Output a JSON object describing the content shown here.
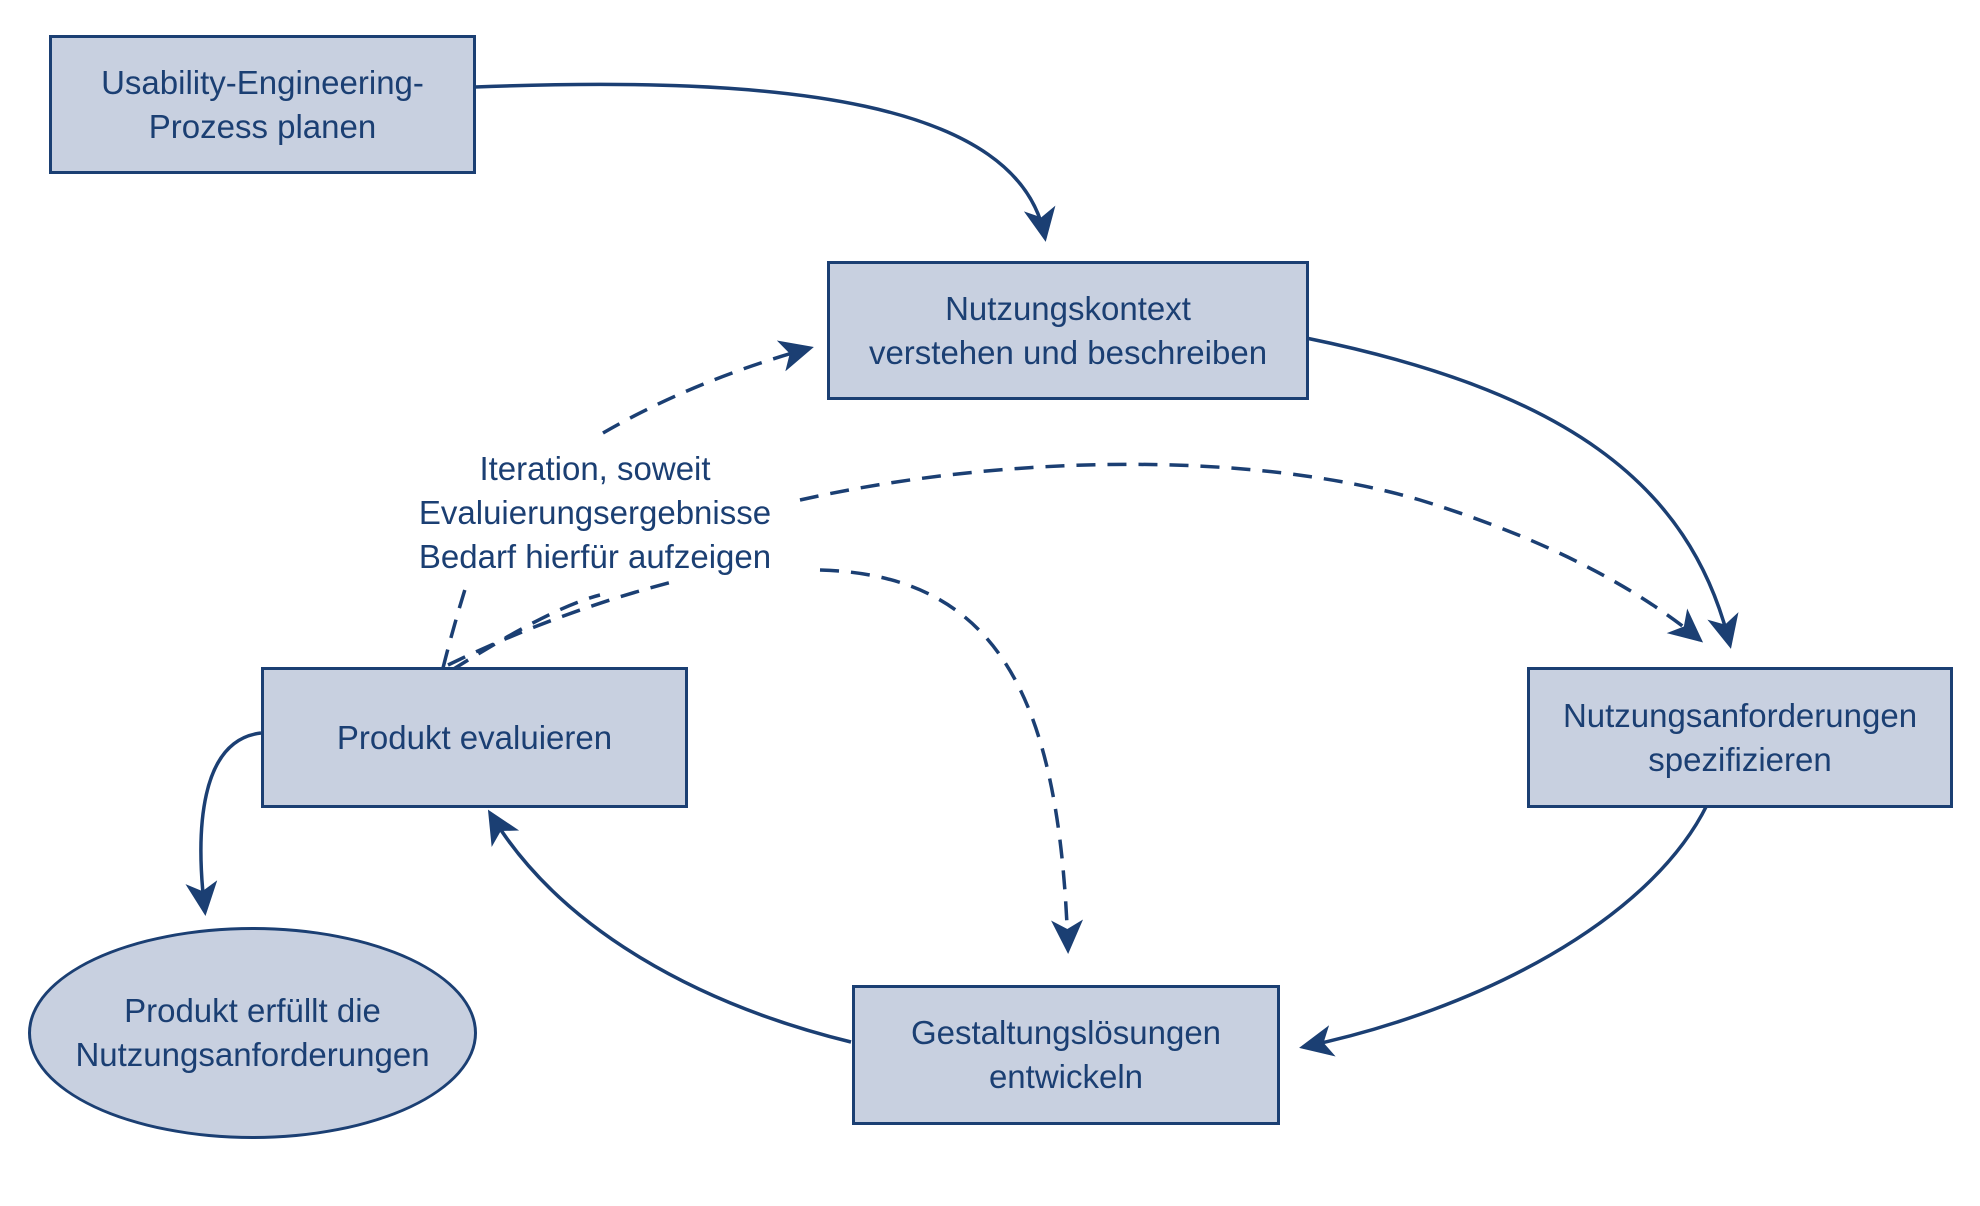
{
  "colors": {
    "stroke": "#1b3f73",
    "box_fill": "#c8d0e0",
    "background": "#ffffff"
  },
  "nodes": {
    "plan": "Usability-Engineering-\nProzess planen",
    "context": "Nutzungskontext\nverstehen und beschreiben",
    "requirements": "Nutzungsanforderungen\nspezifizieren",
    "design": "Gestaltungslösungen\nentwickeln",
    "evaluate": "Produkt evaluieren",
    "fulfilled": "Produkt erfüllt die\nNutzungsanforderungen"
  },
  "iteration_note": "Iteration, soweit\nEvaluierungsergebnisse\nBedarf hierfür aufzeigen",
  "edges": [
    {
      "from": "plan",
      "to": "context",
      "style": "solid"
    },
    {
      "from": "context",
      "to": "requirements",
      "style": "solid"
    },
    {
      "from": "requirements",
      "to": "design",
      "style": "solid"
    },
    {
      "from": "design",
      "to": "evaluate",
      "style": "solid"
    },
    {
      "from": "evaluate",
      "to": "fulfilled",
      "style": "solid"
    },
    {
      "from": "evaluate",
      "to": "context",
      "style": "dashed"
    },
    {
      "from": "evaluate",
      "to": "requirements",
      "style": "dashed"
    },
    {
      "from": "evaluate",
      "to": "design",
      "style": "dashed"
    }
  ]
}
